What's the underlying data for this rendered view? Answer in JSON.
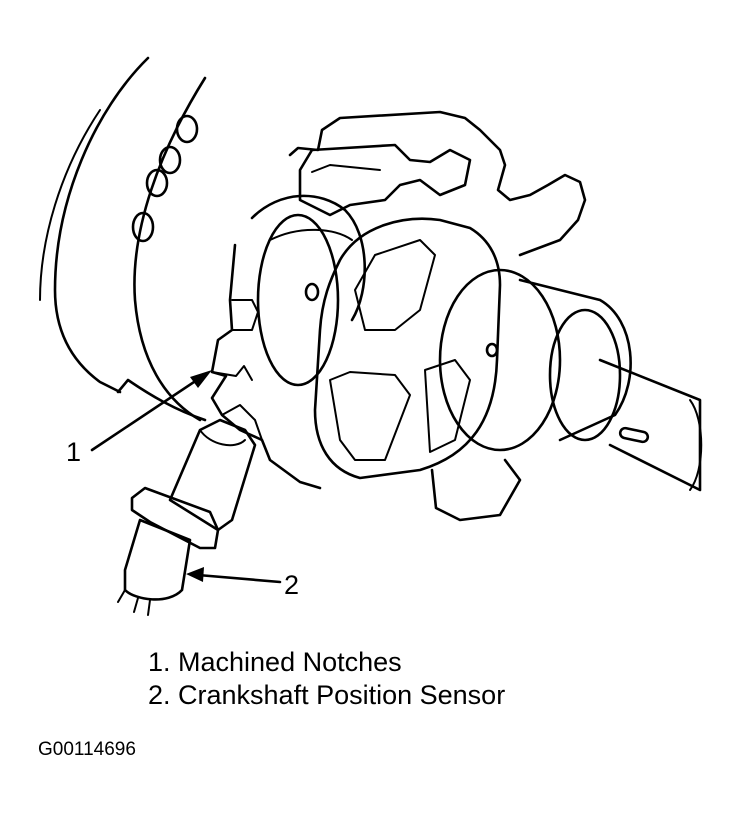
{
  "callouts": {
    "one": "1",
    "two": "2"
  },
  "legend": {
    "items": [
      "1. Machined Notches",
      "2. Crankshaft Position Sensor"
    ]
  },
  "figure_id": "G00114696",
  "colors": {
    "line": "#000000",
    "background": "#ffffff"
  }
}
